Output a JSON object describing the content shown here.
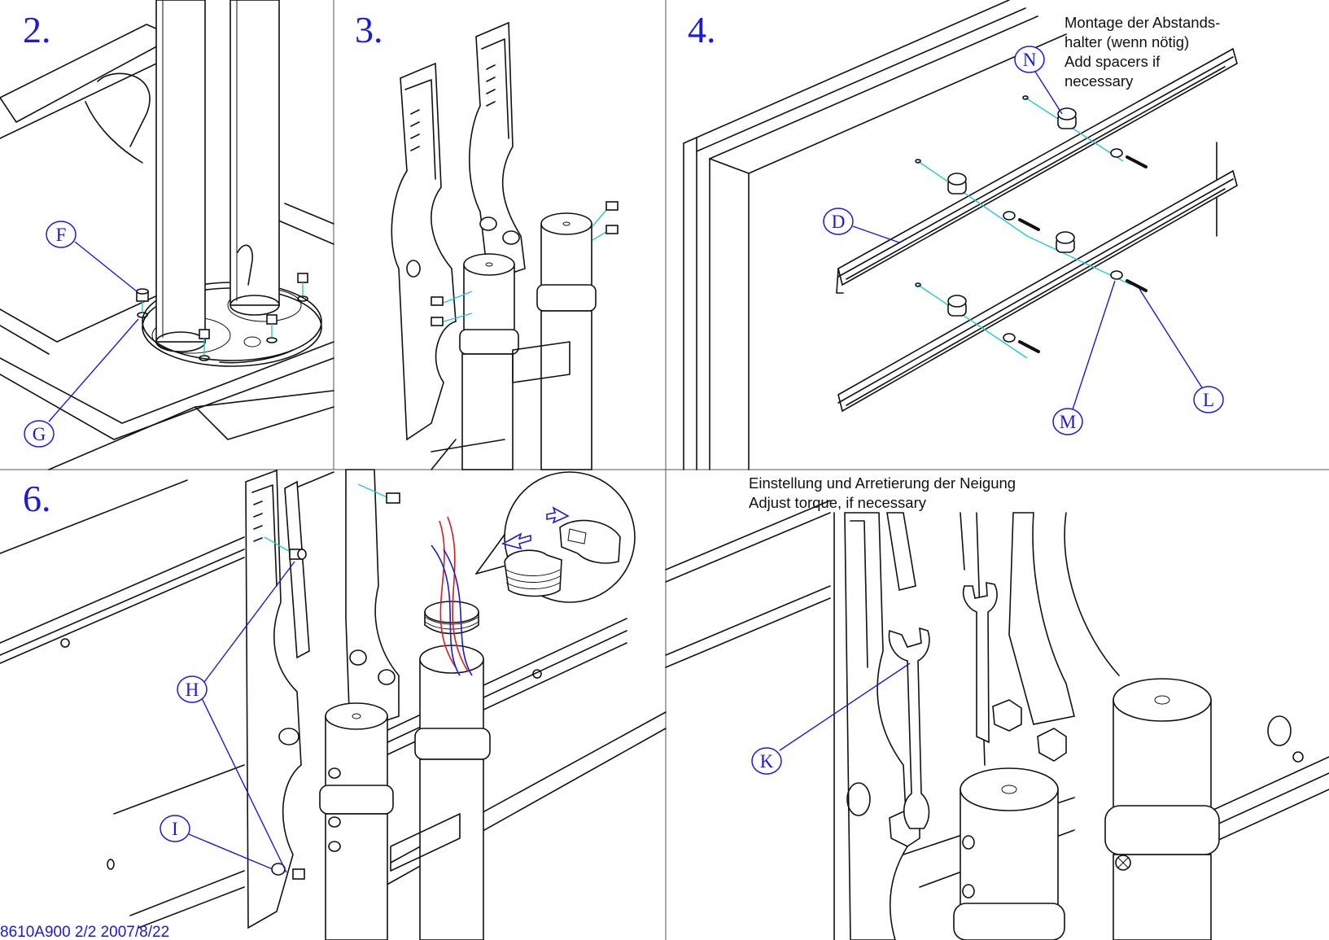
{
  "steps": [
    {
      "number": "2."
    },
    {
      "number": "3."
    },
    {
      "number": "4."
    },
    {
      "number": "6."
    }
  ],
  "callouts": {
    "F": "F",
    "G": "G",
    "N": "N",
    "D": "D",
    "L": "L",
    "M": "M",
    "H": "H",
    "I": "I",
    "K": "K"
  },
  "notes": {
    "spacers_de_1": "Montage der Abstands-",
    "spacers_de_2": "halter (wenn nötig)",
    "spacers_en_1": "Add spacers if",
    "spacers_en_2": "necessary",
    "tilt_de": "Einstellung und Arretierung der Neigung",
    "tilt_en": "Adjust torque, if necessary"
  },
  "footer": "8610A900   2/2  2007/8/22",
  "colors": {
    "label_blue": "#1a1ad8",
    "guide_cyan": "#22c8d8",
    "cable_red": "#e01818",
    "cable_blue": "#1a1ad8",
    "ink": "#111111"
  },
  "icons": [
    "arrow-outline-icon"
  ]
}
